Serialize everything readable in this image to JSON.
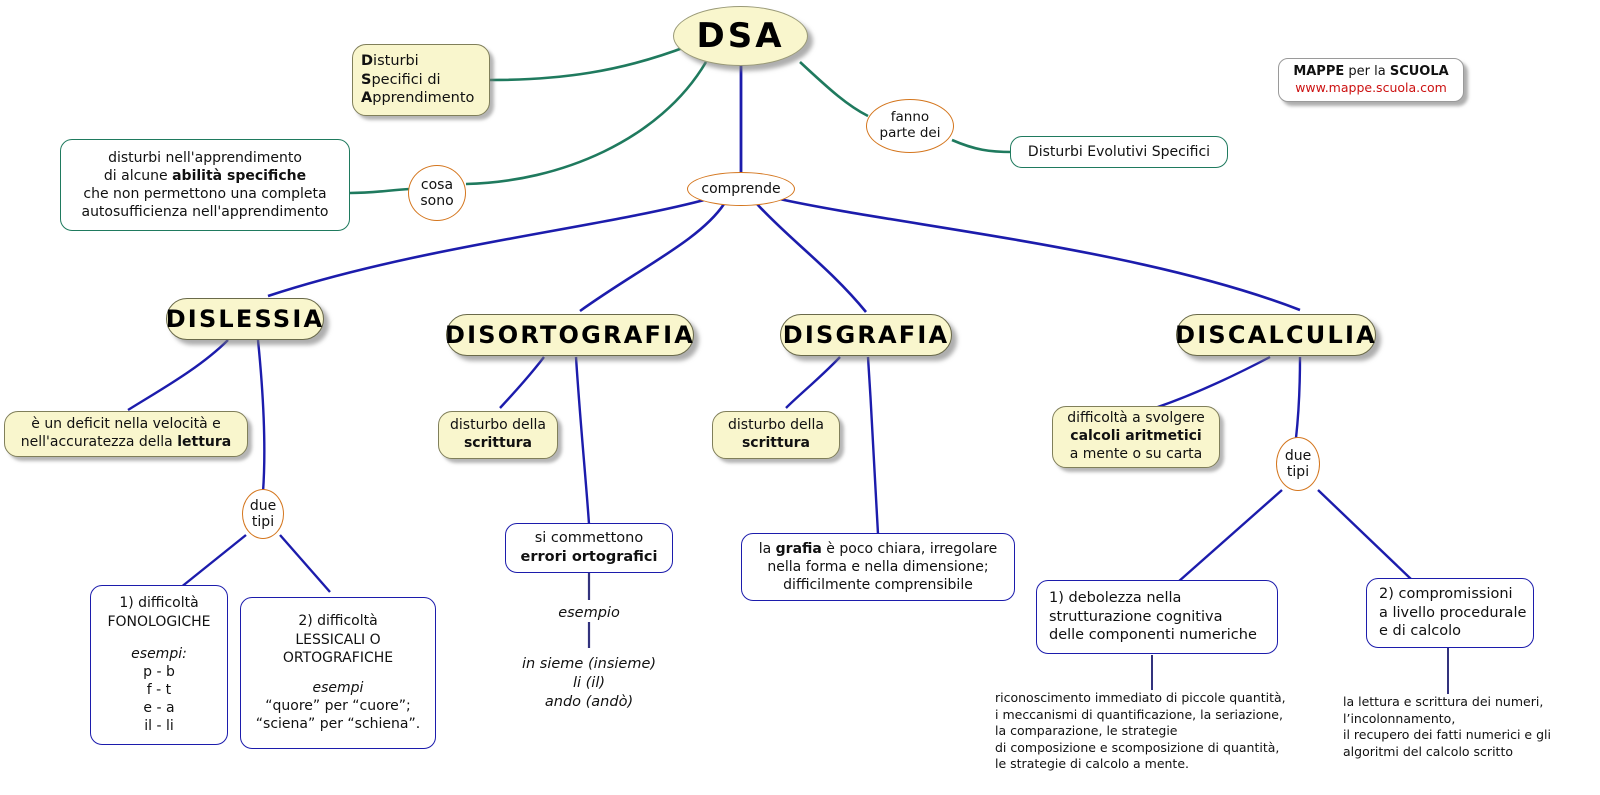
{
  "meta": {
    "title": "DSA - Disturbi Specifici di Apprendimento",
    "colors": {
      "node_fill": "#f9f6cd",
      "green_link": "#1f7a5e",
      "blue_link": "#1c1cac",
      "orange_ellipse": "#d4761e",
      "watermark_red": "#cc1111"
    }
  },
  "watermark": {
    "line1_bold_a": "MAPPE",
    "line1_plain": " per la ",
    "line1_bold_b": "SCUOLA",
    "line2": "www.mappe.scuola.com"
  },
  "root": {
    "label": "DSA"
  },
  "acronym_box": {
    "l1_bold": "D",
    "l1_rest": "isturbi",
    "l2_bold": "S",
    "l2_rest": "pecifici di",
    "l3_bold": "A",
    "l3_rest": "pprendimento"
  },
  "links": {
    "cosa_sono": "cosa\nsono",
    "cosa_sono_l1": "cosa",
    "cosa_sono_l2": "sono",
    "fanno_parte_dei_l1": "fanno",
    "fanno_parte_dei_l2": "parte dei",
    "comprende": "comprende",
    "due_tipi_l1": "due",
    "due_tipi_l2": "tipi",
    "due_tipi2_l1": "due",
    "due_tipi2_l2": "tipi"
  },
  "definition_box": {
    "l1": "disturbi nell'apprendimento",
    "l2_pre": "di alcune ",
    "l2_bold": "abilità specifiche",
    "l3": "che non permettono una completa",
    "l4": "autosufficienza nell'apprendimento"
  },
  "evolutivi_box": {
    "label": "Disturbi Evolutivi Specifici"
  },
  "categories": [
    {
      "label": "DISLESSIA"
    },
    {
      "label": "DISORTOGRAFIA"
    },
    {
      "label": "DISGRAFIA"
    },
    {
      "label": "DISCALCULIA"
    }
  ],
  "dislessia": {
    "definition_l1": "è un deficit nella velocità e",
    "definition_l2_pre": "nell'accuratezza della ",
    "definition_l2_bold": "lettura",
    "type1": {
      "l1": "1) difficoltà",
      "l2": "FONOLOGICHE",
      "l3": "",
      "examples_label": "esempi:",
      "examples": [
        "p - b",
        "f - t",
        "e - a",
        "il  - li"
      ]
    },
    "type2": {
      "l1": "2) difficoltà",
      "l2": "LESSICALI O",
      "l3": "ORTOGRAFICHE",
      "examples_label": "esempi",
      "examples": [
        "“quore” per “cuore”;",
        "“sciena” per “schiena”."
      ]
    }
  },
  "disortografia": {
    "definition_l1": "disturbo della",
    "definition_l2_bold": "scrittura",
    "errors_l1": "si commettono",
    "errors_l2_bold": "errori ortografici",
    "example_label": "esempio",
    "examples": [
      "in sieme (insieme)",
      "li (il)",
      "ando (andò)"
    ]
  },
  "disgrafia": {
    "definition_l1": "disturbo della",
    "definition_l2_bold": "scrittura",
    "detail_l1_pre": "la ",
    "detail_l1_bold": "grafia",
    "detail_l1_post": " è poco chiara, irregolare",
    "detail_l2": "nella forma e nella dimensione;",
    "detail_l3": "difficilmente comprensibile"
  },
  "discalculia": {
    "definition_l1": "difficoltà a svolgere",
    "definition_l2_bold": "calcoli aritmetici",
    "definition_l3": "a mente o su carta",
    "type1": {
      "l1": "1) debolezza nella",
      "l2": "strutturazione cognitiva",
      "l3": "delle componenti numeriche"
    },
    "type1_detail": [
      "riconoscimento immediato di piccole quantità,",
      "i meccanismi di quantificazione, la seriazione,",
      "la comparazione, le strategie",
      "di composizione e scomposizione di quantità,",
      "le strategie di calcolo a mente."
    ],
    "type2": {
      "l1": "2) compromissioni",
      "l2": "a livello procedurale",
      "l3": " e di calcolo"
    },
    "type2_detail": [
      "la lettura e scrittura dei numeri,",
      "l’incolonnamento,",
      "il recupero dei fatti numerici e gli",
      "algoritmi del calcolo scritto"
    ]
  }
}
